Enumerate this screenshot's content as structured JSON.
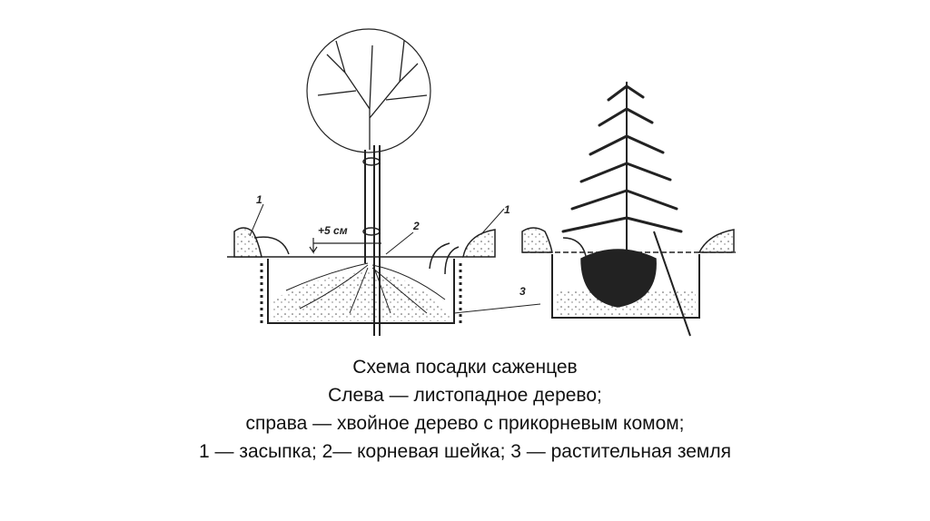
{
  "diagram": {
    "labels": {
      "backfill_left": "1",
      "height_offset": "+5 см",
      "root_collar": "2",
      "backfill_right": "1",
      "topsoil": "3"
    }
  },
  "caption": {
    "line1": "Схема посадки саженцев",
    "line2": "Слева — листопадное дерево;",
    "line3": "справа — хвойное дерево с прикорневым комом;",
    "line4": "1 — засыпка; 2— корневая шейка; 3 — растительная земля"
  }
}
